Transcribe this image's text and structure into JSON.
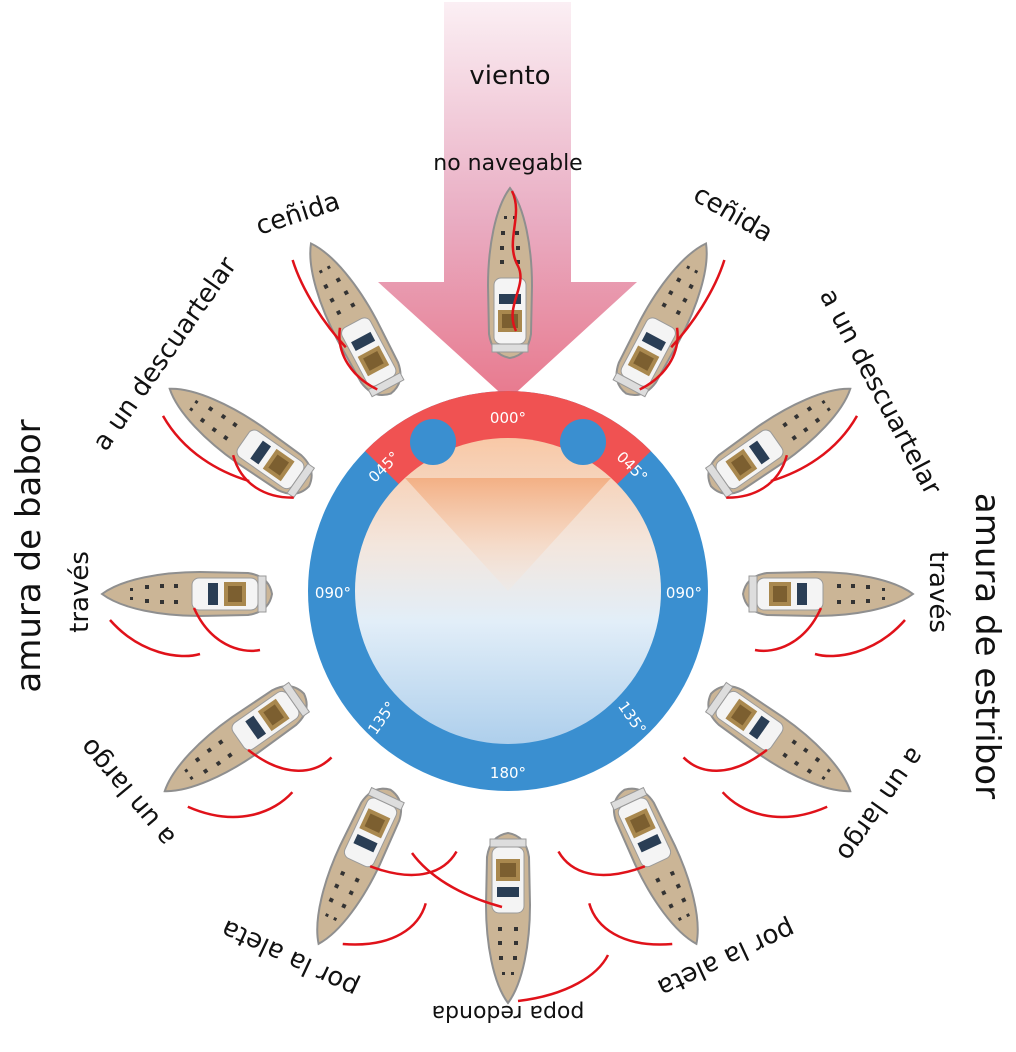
{
  "wind": {
    "label": "viento",
    "no_sail": "no navegable"
  },
  "sides": {
    "port": "amura de babor",
    "starboard": "amura de estribor"
  },
  "compass": {
    "top": "000°",
    "port_45": "045°",
    "port_90": "090°",
    "port_135": "135°",
    "stbd_45": "045°",
    "stbd_90": "090°",
    "stbd_135": "135°",
    "bottom": "180°"
  },
  "points_of_sail": {
    "close_hauled": "ceñida",
    "close_reach": "a un descuartelar",
    "beam_reach": "través",
    "broad_reach": "a un largo",
    "quartering": "por la aleta",
    "running": "popa redonda"
  },
  "colors": {
    "no_go_red": "#f05252",
    "ring_blue": "#3a8fd0",
    "wind_arrow_top": "#f8e8ef",
    "wind_arrow_bottom": "#e4788a",
    "sail_red": "#e0121a",
    "deck_tan": "#cbb596"
  }
}
